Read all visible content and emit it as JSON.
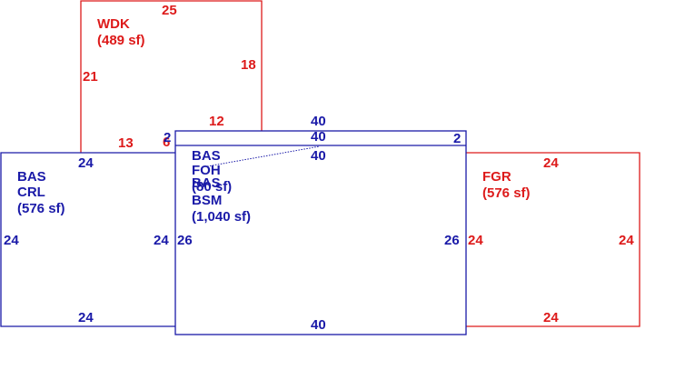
{
  "colors": {
    "blue": "#1a1aa8",
    "red": "#dd1a1a",
    "background": "#ffffff"
  },
  "areas": {
    "wdk": {
      "name": "WDK",
      "area": "(489 sf)",
      "dims": {
        "top": "25",
        "left": "21",
        "right": "18",
        "bottom_left": "13",
        "bottom_right": "12",
        "step_a": "2",
        "step_b": "6"
      }
    },
    "crl": {
      "name_line1": "BAS",
      "name_line2": "CRL",
      "area": "(576 sf)",
      "dims": {
        "top": "24",
        "left": "24",
        "right": "24",
        "bottom": "24"
      }
    },
    "bsm": {
      "name_line1": "BAS",
      "name_line2": "BSM",
      "area": "(1,040 sf)",
      "overlap_line1": "FOH",
      "overlap_line2": "(80 sf)",
      "dims": {
        "top": "40",
        "top_inner": "40",
        "top_strip": "40",
        "strip_side": "2",
        "left": "26",
        "right": "26",
        "bottom": "40"
      }
    },
    "fgr": {
      "name": "FGR",
      "area": "(576 sf)",
      "dims": {
        "top": "24",
        "left": "24",
        "right": "24",
        "bottom": "24"
      }
    }
  }
}
